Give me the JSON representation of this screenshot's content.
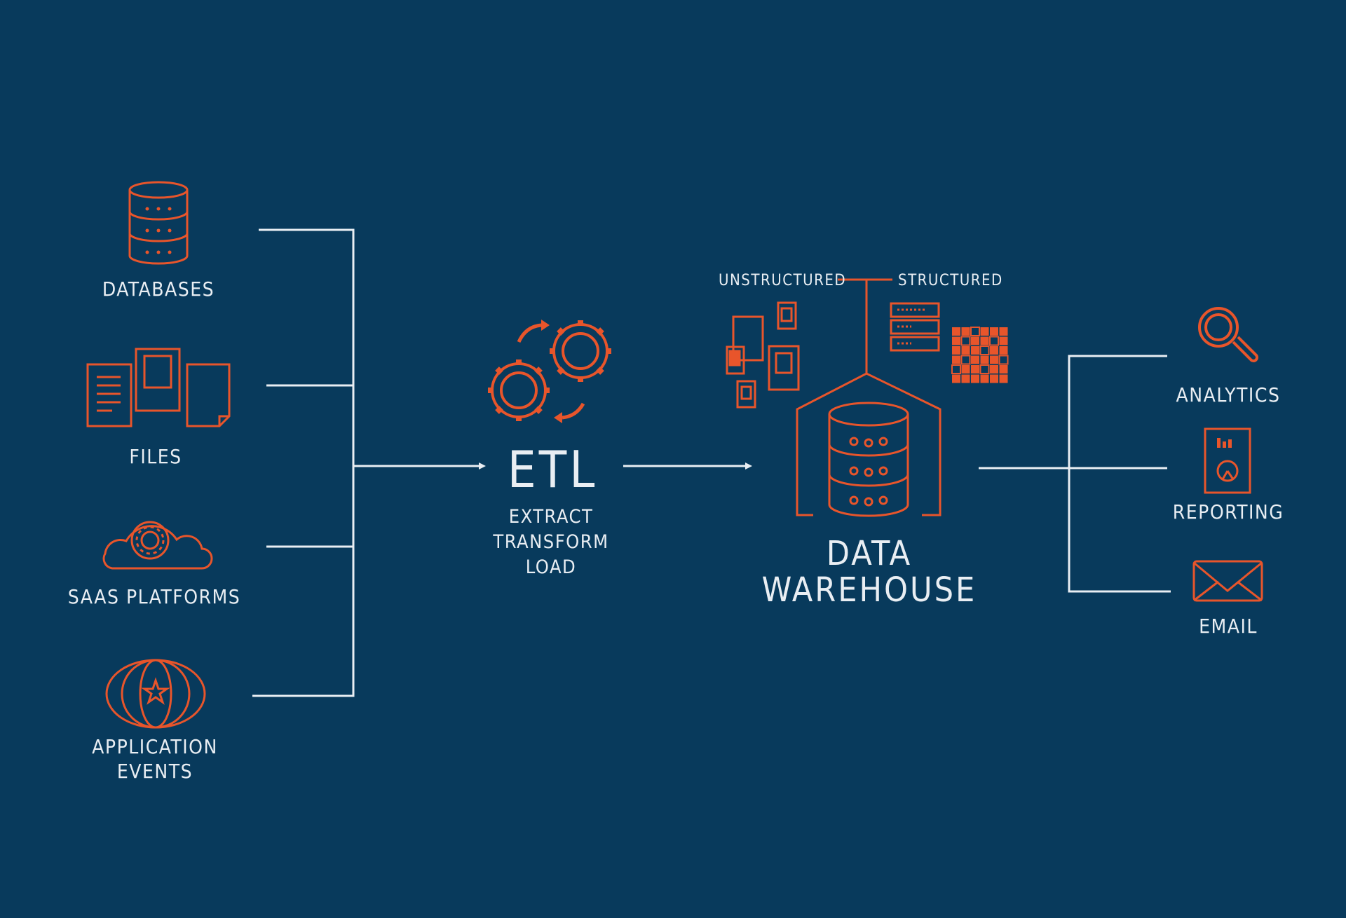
{
  "sources": {
    "databases": "DATABASES",
    "files": "FILES",
    "saas": "SAAS PLATFORMS",
    "events_line1": "APPLICATION",
    "events_line2": "EVENTS"
  },
  "etl": {
    "title": "ETL",
    "line1": "EXTRACT",
    "line2": "TRANSFORM",
    "line3": "LOAD"
  },
  "warehouse": {
    "unstructured": "UNSTRUCTURED",
    "structured": "STRUCTURED",
    "title_line1": "DATA",
    "title_line2": "WAREHOUSE"
  },
  "outputs": {
    "analytics": "ANALYTICS",
    "reporting": "REPORTING",
    "email": "EMAIL"
  },
  "colors": {
    "background": "#083a5c",
    "accent": "#e8552b",
    "line": "#e9eef3"
  },
  "icons": [
    "database-icon",
    "files-icon",
    "cloud-gear-icon",
    "globe-star-icon",
    "gears-icon",
    "documents-icon",
    "server-racks-icon",
    "grid-icon",
    "warehouse-database-icon",
    "magnifier-icon",
    "report-icon",
    "envelope-icon"
  ]
}
